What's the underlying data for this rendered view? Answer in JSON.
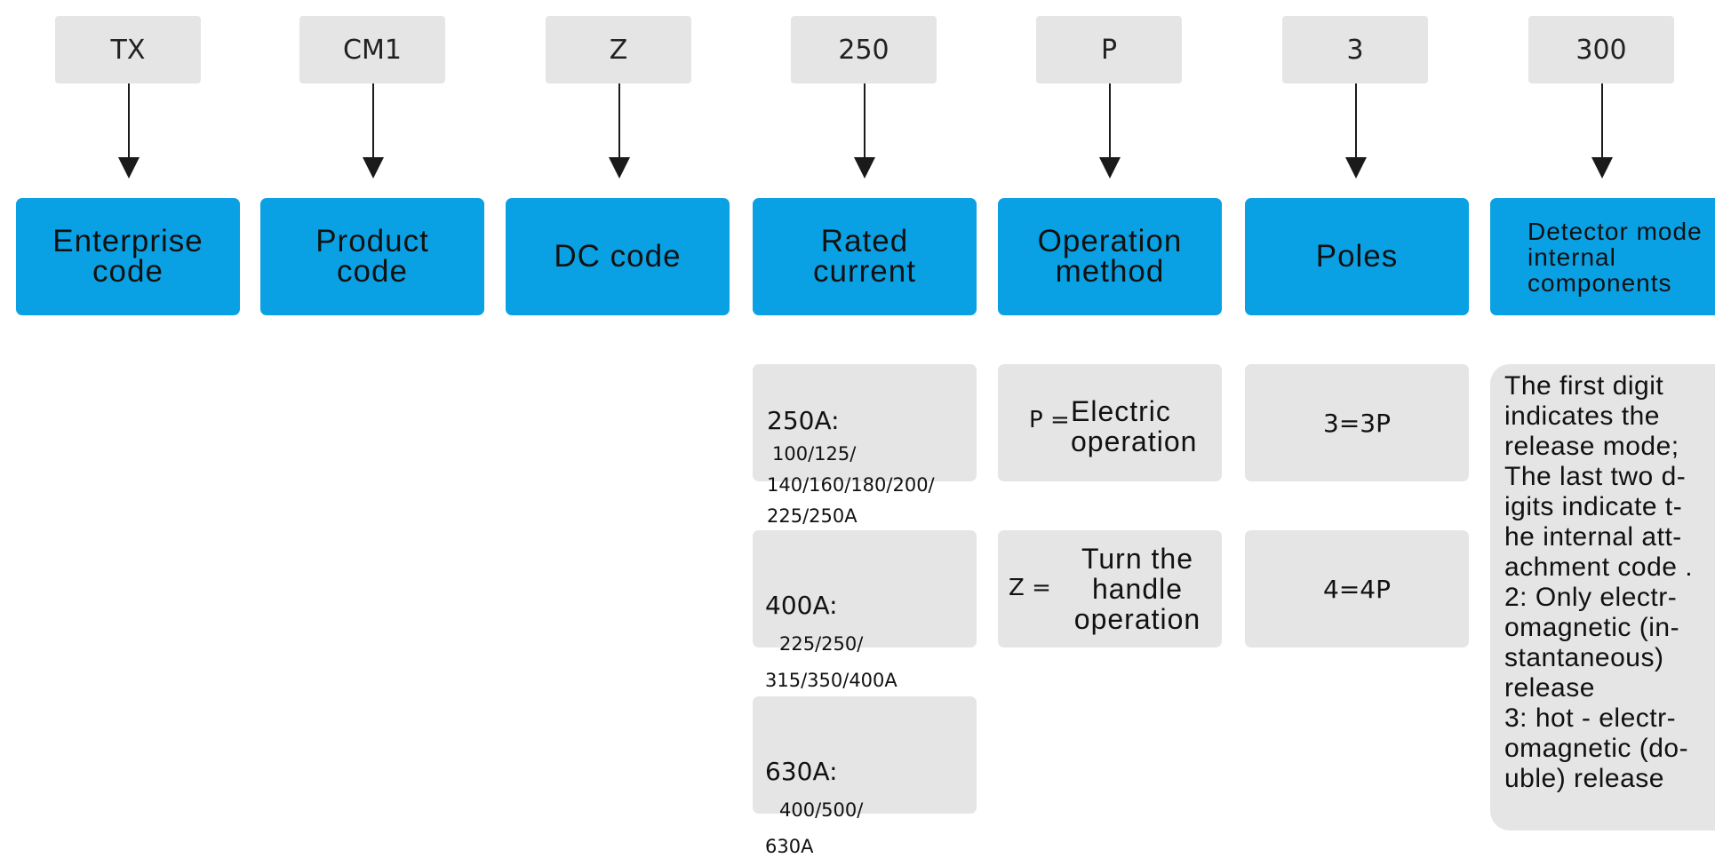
{
  "codes": [
    "TX",
    "CM1",
    "Z",
    "250",
    "P",
    "3",
    "300"
  ],
  "categories": [
    "Enterprise code",
    "Product code",
    "DC code",
    "Rated current",
    "Operation method",
    "Poles",
    "Detector mode internal components"
  ],
  "rated_current": [
    {
      "rating": "250A:",
      "values": "100/125/\n140/160/180/200/\n225/250A"
    },
    {
      "rating": "400A:",
      "values": "225/250/\n315/350/400A"
    },
    {
      "rating": "630A:",
      "values": "400/500/\n630A"
    }
  ],
  "operation": [
    {
      "key": "P =",
      "desc": "Electric operation"
    },
    {
      "key": "Z =",
      "desc": "Turn the handle operation"
    }
  ],
  "poles": [
    "3=3P",
    "4=4P"
  ],
  "detector_description": "The first digit indicates the release mode; The last two d-igits indicate t-he internal att-achment code .\n2: Only electr-omagnetic (in-stantaneous) release\n3: hot - electr-omagnetic (do-uble) release"
}
